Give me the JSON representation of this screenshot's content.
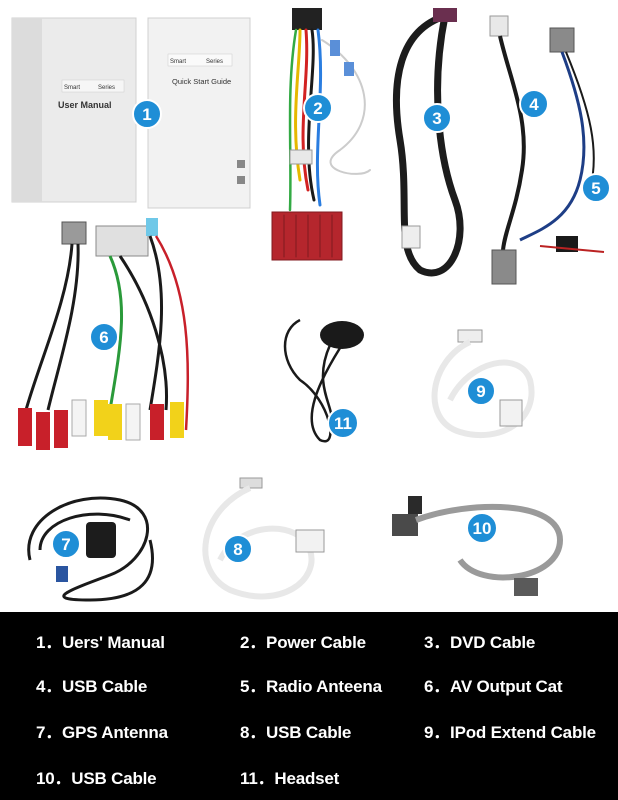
{
  "colors": {
    "badge": "#1f8ed6",
    "legend_background": "#000000",
    "legend_text": "#ffffff",
    "cable_black": "#1a1a1a",
    "cable_white": "#eeeeee",
    "cable_grey": "#9a9a9a",
    "connector_red": "#c8202a",
    "connector_yellow": "#f2d21a"
  },
  "items": [
    {
      "number": "1",
      "label": "1．Uers' Manual"
    },
    {
      "number": "2",
      "label": "2．Power Cable"
    },
    {
      "number": "3",
      "label": "3．DVD Cable"
    },
    {
      "number": "4",
      "label": "4．USB Cable"
    },
    {
      "number": "5",
      "label": "5．Radio Anteena"
    },
    {
      "number": "6",
      "label": "6．AV Output Cat"
    },
    {
      "number": "7",
      "label": "7．GPS Antenna"
    },
    {
      "number": "8",
      "label": "8．USB Cable"
    },
    {
      "number": "9",
      "label": "9．IPod Extend Cable"
    },
    {
      "number": "10",
      "label": "10．USB Cable"
    },
    {
      "number": "11",
      "label": "11．Headset"
    }
  ],
  "manuals": {
    "user_manual_brand": "Smart",
    "user_manual_series": "Series",
    "user_manual_title": "User Manual",
    "quick_start_brand": "Smart",
    "quick_start_series": "Series",
    "quick_start_title": "Quick Start Guide"
  }
}
